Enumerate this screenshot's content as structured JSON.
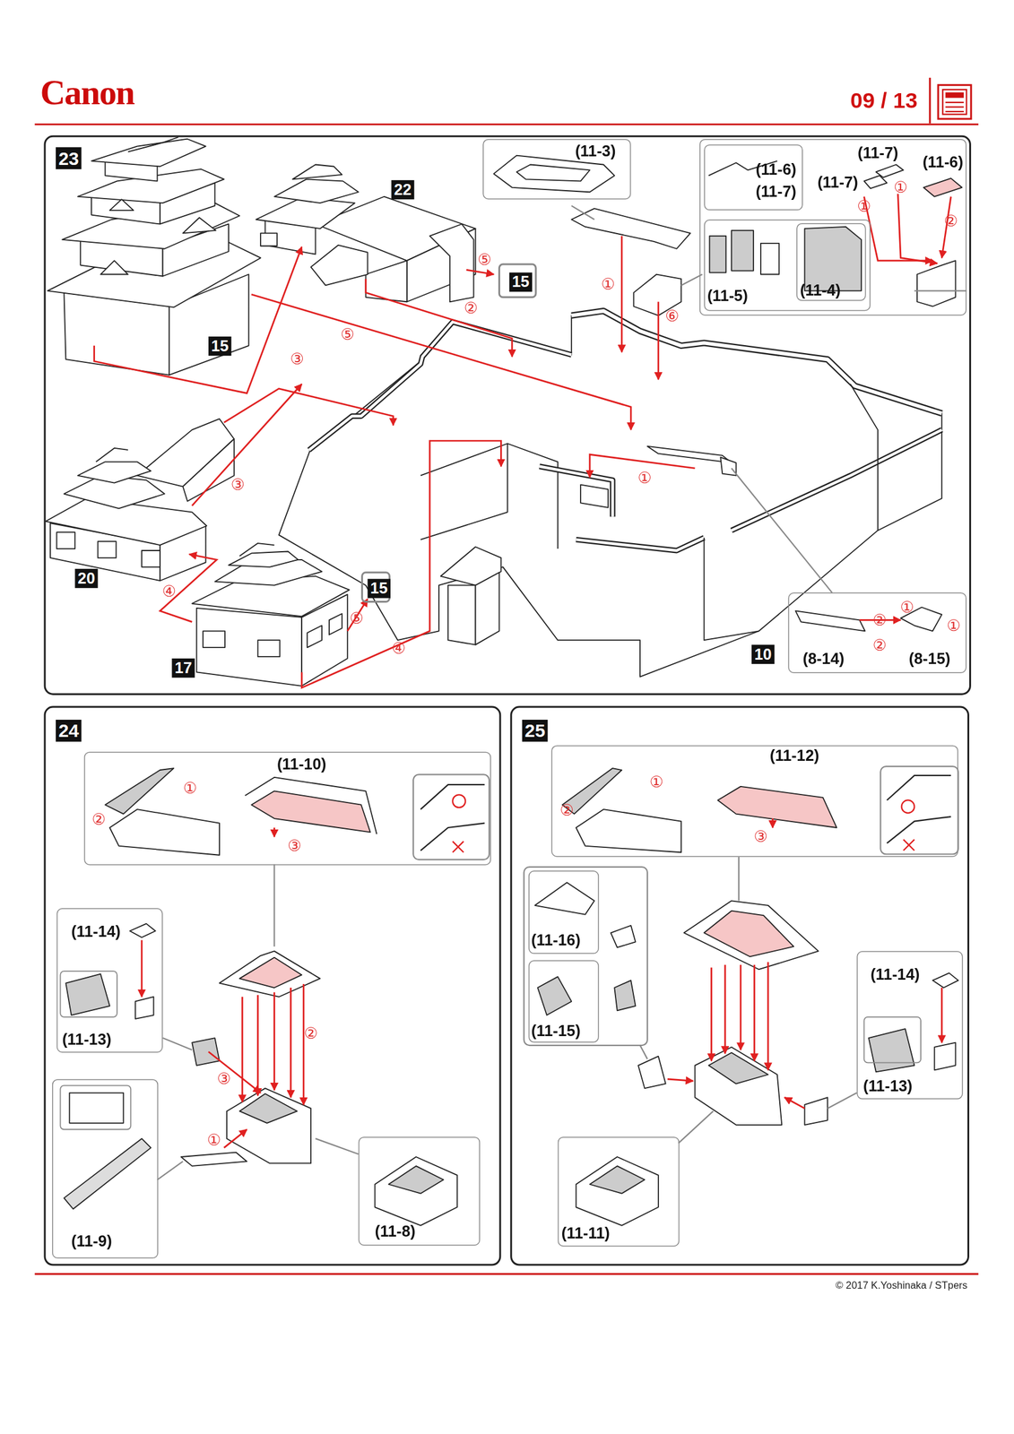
{
  "diagram": {
    "nodes": [
      {
        "text": [
          "23"
        ]
      },
      {
        "text": [
          "(11-3)"
        ],
        "in": 0
      },
      {
        "text": [
          "(11-7)",
          "(11-7)",
          "(11-6)"
        ],
        "in": 0
      },
      {
        "text": [
          "(11-6)",
          "(11-7)"
        ],
        "in": 2
      },
      {
        "text": [
          "(11-5)"
        ],
        "in": 2
      },
      {
        "text": [
          "(11-4)"
        ],
        "in": 4
      },
      {
        "text": [
          "15"
        ],
        "in": 0
      },
      {
        "text": [
          "15"
        ],
        "in": 0
      },
      {
        "text": [
          "(8-14)",
          "(8-15)"
        ],
        "in": 0
      },
      {
        "text": [
          "24"
        ]
      },
      {
        "text": [
          "(11-10)"
        ],
        "in": 9
      },
      {
        "text": [
          "(11-14)",
          "(11-13)"
        ],
        "in": 9
      },
      {
        "text": [
          "(11-9)"
        ],
        "in": 9
      },
      {
        "text": [
          "(11-8)"
        ],
        "in": 9
      },
      {
        "text": [
          "25"
        ]
      },
      {
        "text": [
          "(11-12)"
        ],
        "in": 14
      },
      {
        "text": [
          "(11-16)"
        ],
        "in": 14
      },
      {
        "text": [
          "(11-15)"
        ],
        "in": 14
      },
      {
        "text": [
          "(11-14)",
          "(11-13)"
        ],
        "in": 14
      },
      {
        "text": [
          "(11-11)"
        ],
        "in": 14
      }
    ],
    "labels": [
      "Canon",
      "09 / 13",
      "22",
      "15",
      "20",
      "17",
      "10",
      "①",
      "⑥",
      "⑤",
      "②",
      "⑤",
      "③",
      "③",
      "①",
      "④",
      "⑤",
      "④",
      "①",
      "①",
      "②",
      "①",
      "②",
      "①",
      "②",
      "①",
      "②",
      "③",
      "②",
      "③",
      "①",
      "①",
      "②",
      "③",
      "© 2017 K.Yoshinaka / STpers"
    ]
  }
}
